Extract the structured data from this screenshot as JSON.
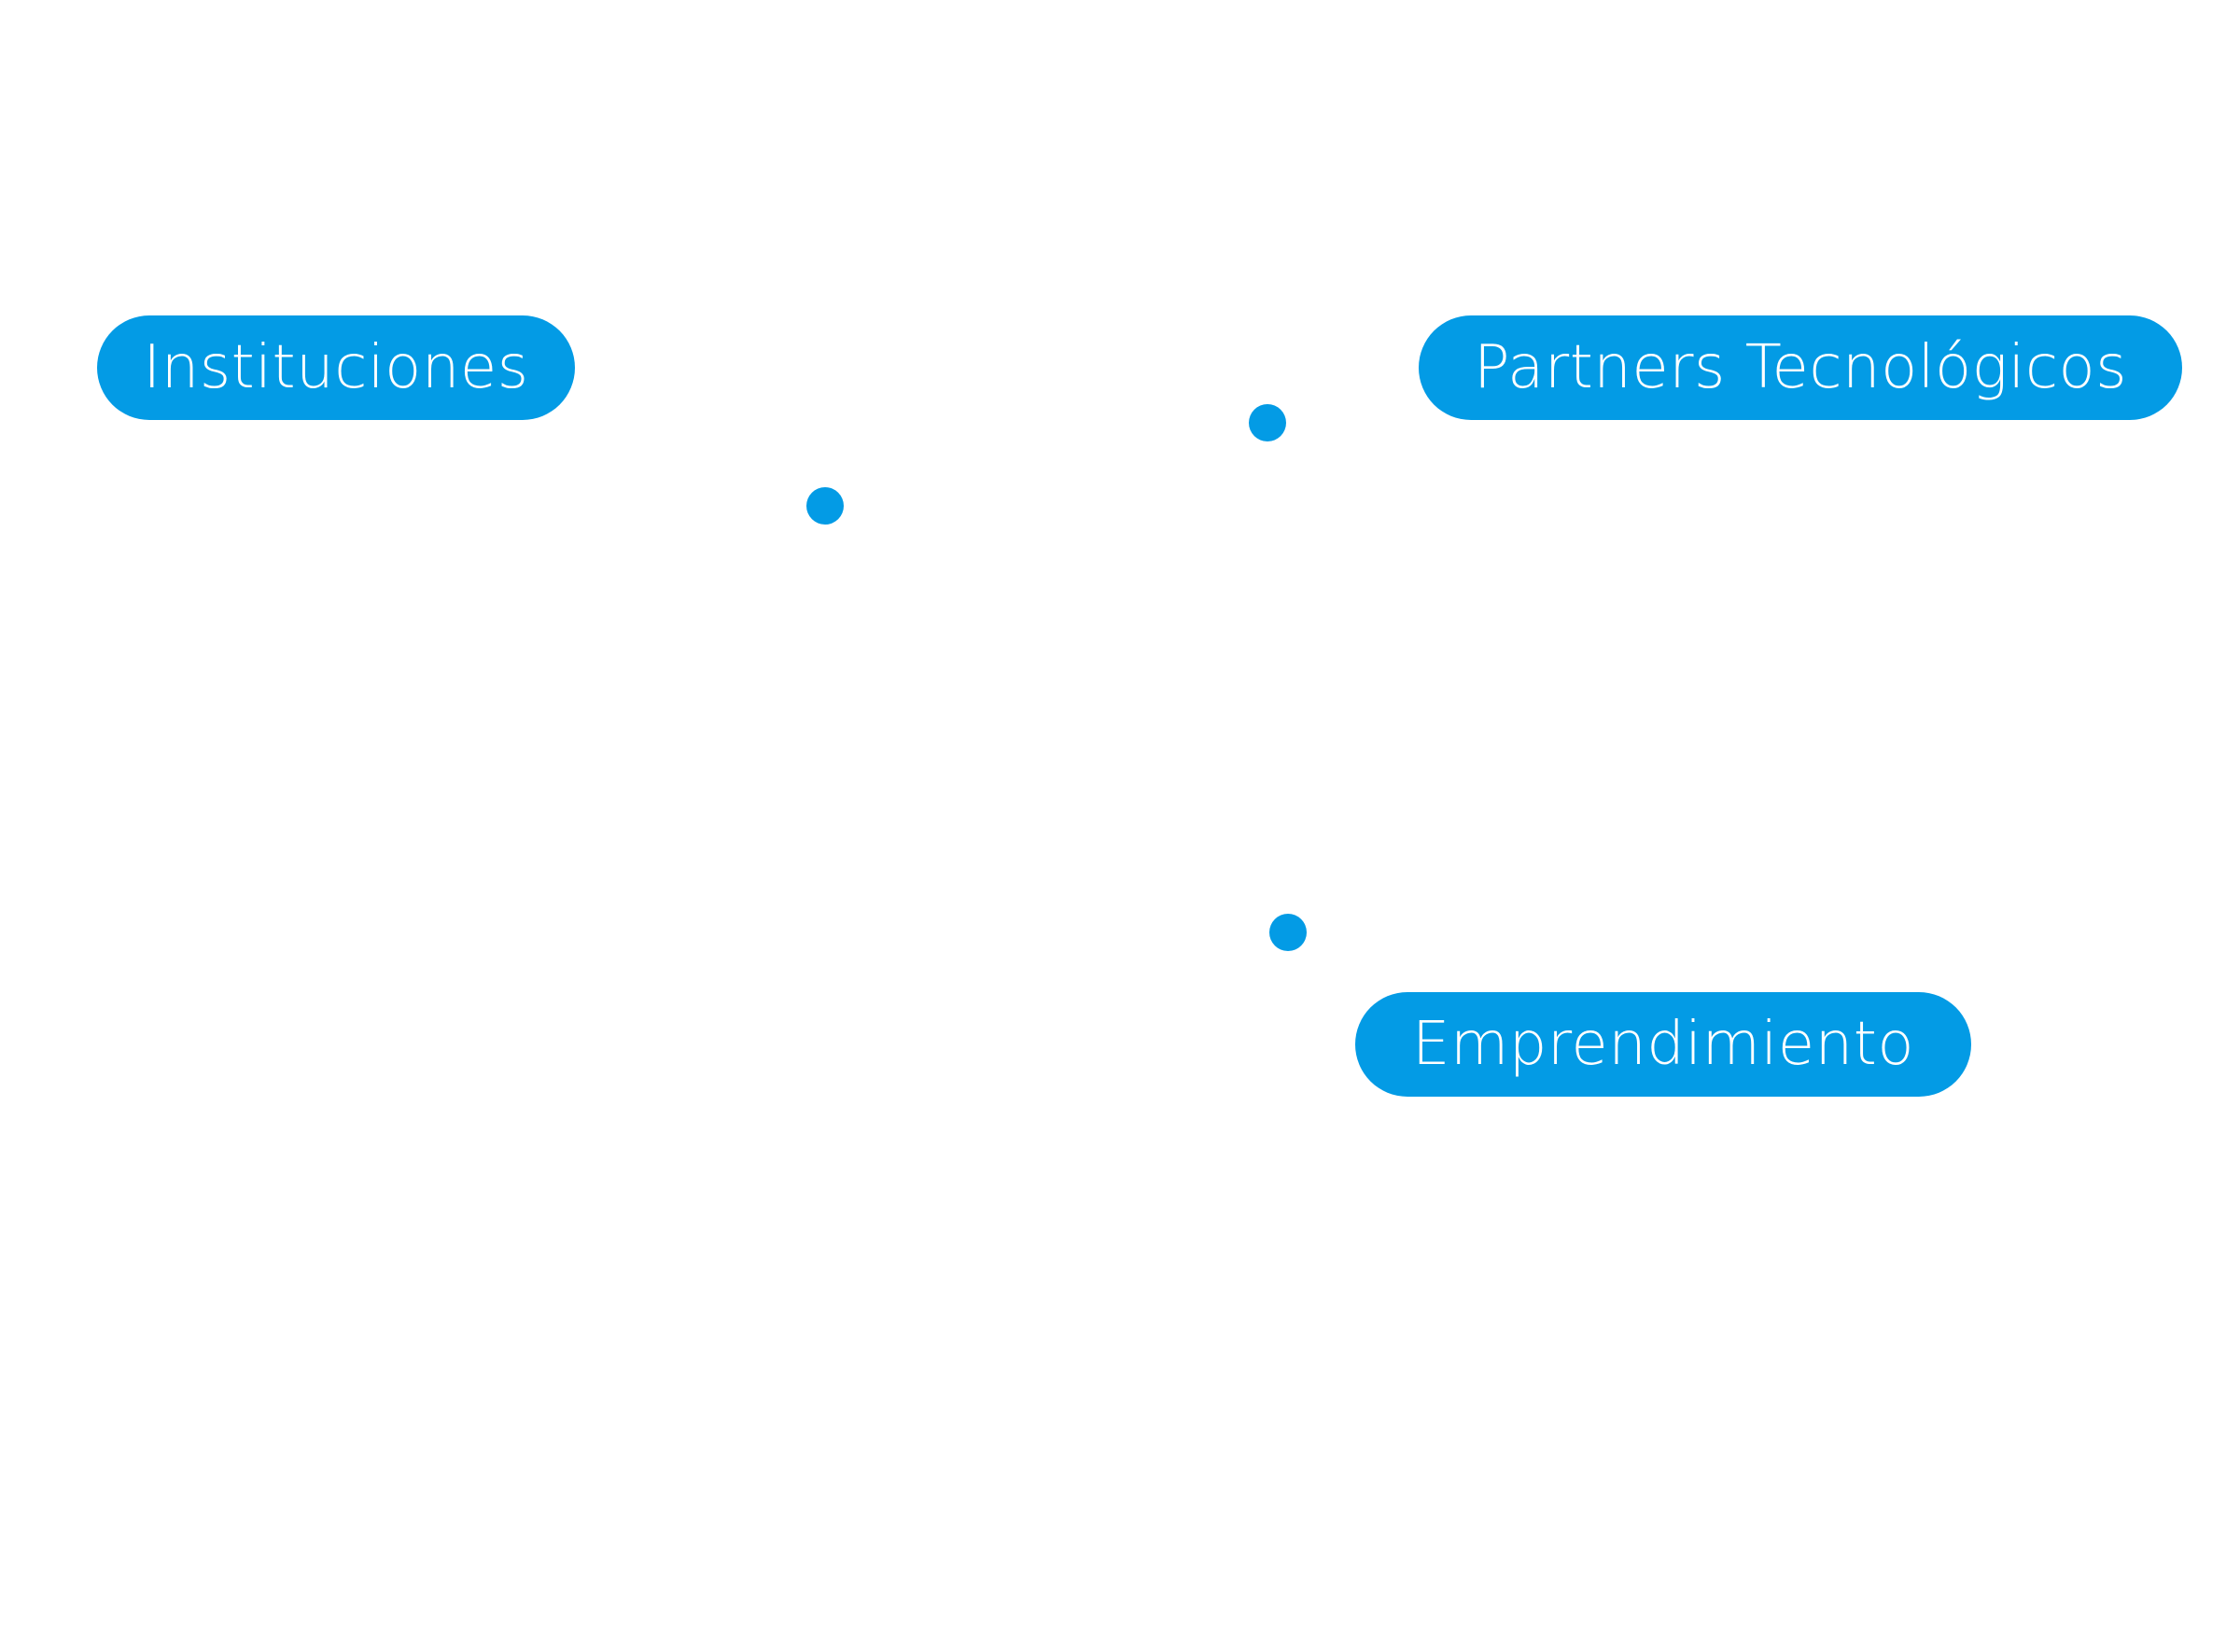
{
  "nodes": [
    {
      "label": "Instituciones"
    },
    {
      "label": "Partners Tecnológicos"
    },
    {
      "label": "Emprendimiento"
    }
  ],
  "colors": {
    "accent": "#039be5",
    "label_text": "#ffffff",
    "background": "#ffffff"
  }
}
